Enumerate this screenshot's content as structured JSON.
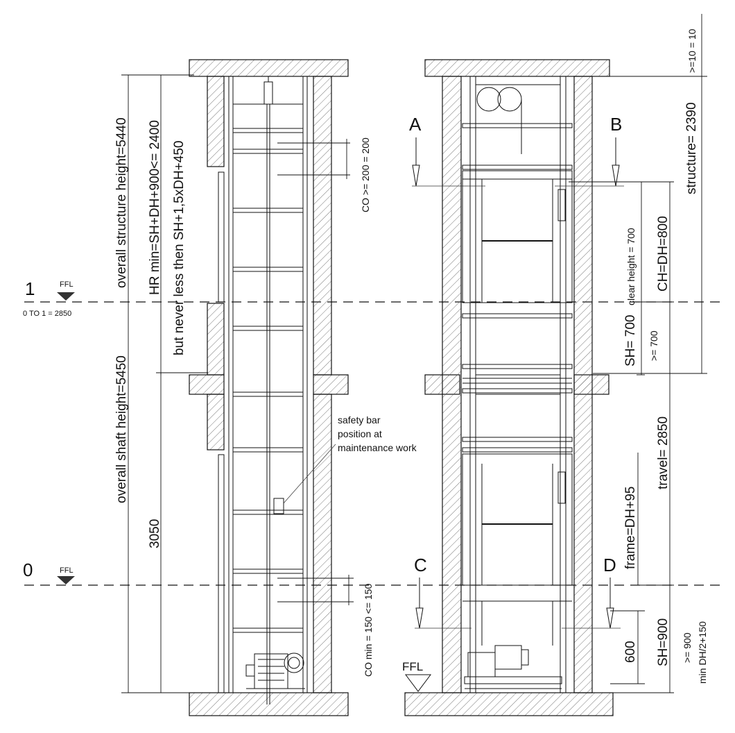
{
  "labels": {
    "level_1": "1",
    "level_0": "0",
    "ffl": "FFL",
    "ffl_large": "FFL",
    "floor_spacing": "0 TO 1 = 2850",
    "overall_structure_height": "overall structure height=5440",
    "overall_shaft_height": "overall shaft height=5450",
    "hr_min": "HR min=SH+DH+900<= 2400",
    "never_less": "but  never less then SH+1,5xDH+450",
    "dim_3050": "3050",
    "co_top": "CO >= 200 = 200",
    "co_bottom": "CO min = 150 <= 150",
    "safety_bar": [
      "safety bar",
      "position at",
      "maintenance work"
    ],
    "section_a": "A",
    "section_b": "B",
    "section_c": "C",
    "section_d": "D",
    "gap_top": ">=10 = 10",
    "structure": "structure= 2390",
    "clear_height": "clear height = 700",
    "ch_dh": "CH=DH=800",
    "sh_700": "SH= 700",
    "ge_700": ">= 700",
    "travel": "travel= 2850",
    "frame": "frame=DH+95",
    "dim_600": "600",
    "sh_900": "SH=900",
    "ge_900": ">= 900",
    "min_dh": "min DH/2+150"
  }
}
